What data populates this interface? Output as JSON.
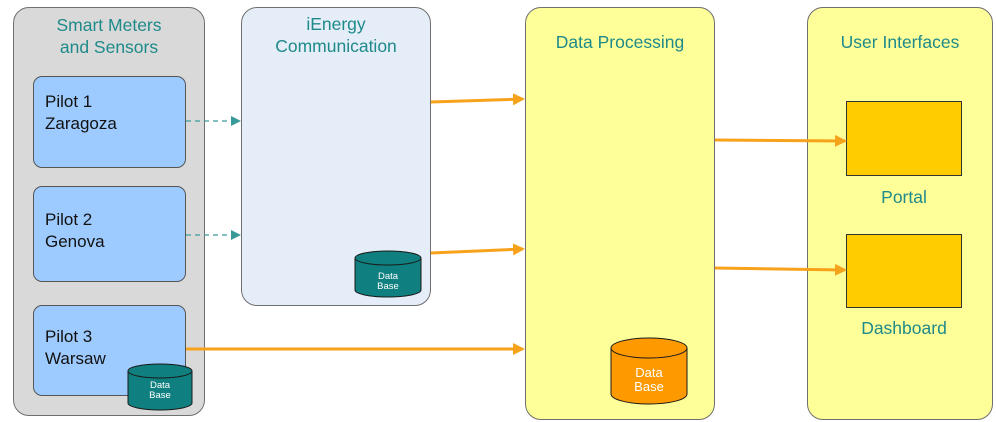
{
  "panels": {
    "smart_meters": {
      "title_line1": "Smart Meters",
      "title_line2": "and Sensors"
    },
    "ienergy": {
      "title_line1": "iEnergy",
      "title_line2": "Communication"
    },
    "data_processing": {
      "title": "Data Processing"
    },
    "user_interfaces": {
      "title": "User Interfaces"
    }
  },
  "pilots": [
    {
      "line1": "Pilot 1",
      "line2": "Zaragoza"
    },
    {
      "line1": "Pilot 2",
      "line2": "Genova"
    },
    {
      "line1": "Pilot 3",
      "line2": "Warsaw"
    }
  ],
  "databases": {
    "pilot3": {
      "line1": "Data",
      "line2": "Base"
    },
    "ienergy": {
      "line1": "Data",
      "line2": "Base"
    },
    "processing": {
      "line1": "Data",
      "line2": "Base"
    }
  },
  "interfaces": {
    "portal": "Portal",
    "dashboard": "Dashboard"
  },
  "colors": {
    "teal_text": "#1f8a8a",
    "pilot_fill": "#9ecbff",
    "orange_arrow": "#f7a21b",
    "dashed_arrow": "#3a9a9a",
    "db_teal": "#0f7f7f",
    "db_orange": "#ff9900",
    "ui_box": "#ffcc00",
    "yellow_panel": "#ffff99",
    "gray_panel": "#d9d9d9",
    "blue_panel": "#e4edf8"
  }
}
